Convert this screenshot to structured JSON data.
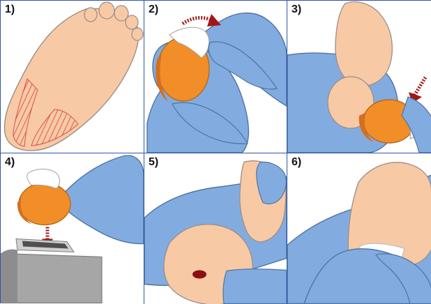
{
  "colors": {
    "border": "#2f56a8",
    "skin": "#f7c9a5",
    "skin_outline": "#9b8e86",
    "glove": "#82ace0",
    "glove_outline": "#4f73a2",
    "device": "#f18e28",
    "device_dark": "#d36f1f",
    "hatch": "#d94e4e",
    "arrow": "#a31616",
    "drop": "#8b0f13",
    "base": "#a6a6a6",
    "base_dark": "#7f7f7f"
  },
  "panels": [
    {
      "label": "1)"
    },
    {
      "label": "2)"
    },
    {
      "label": "3)"
    },
    {
      "label": "4)"
    },
    {
      "label": "5)"
    },
    {
      "label": "6)"
    }
  ]
}
